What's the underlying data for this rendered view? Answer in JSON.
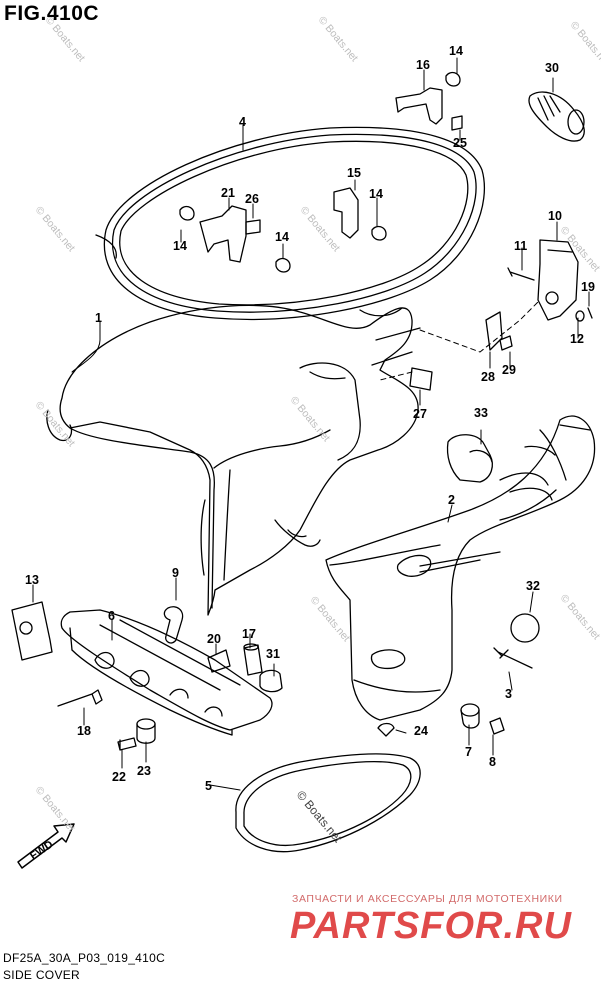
{
  "figure": {
    "title": "FIG.410C",
    "code": "DF25A_30A_P03_019_410C",
    "caption": "SIDE COVER"
  },
  "watermarks": {
    "site": "© Boats.net",
    "shop_tagline": "ЗАПЧАСТИ И АКСЕССУАРЫ ДЛЯ МОТОТЕХНИКИ",
    "shop_logo": "PARTSFOR.RU"
  },
  "direction_marker": "FWD",
  "callouts": [
    {
      "id": "c1",
      "label": "1"
    },
    {
      "id": "c2",
      "label": "2"
    },
    {
      "id": "c3",
      "label": "3"
    },
    {
      "id": "c4",
      "label": "4"
    },
    {
      "id": "c5",
      "label": "5"
    },
    {
      "id": "c6",
      "label": "6"
    },
    {
      "id": "c7",
      "label": "7"
    },
    {
      "id": "c8",
      "label": "8"
    },
    {
      "id": "c9",
      "label": "9"
    },
    {
      "id": "c10",
      "label": "10"
    },
    {
      "id": "c11",
      "label": "11"
    },
    {
      "id": "c12",
      "label": "12"
    },
    {
      "id": "c13",
      "label": "13"
    },
    {
      "id": "c14a",
      "label": "14"
    },
    {
      "id": "c14b",
      "label": "14"
    },
    {
      "id": "c14c",
      "label": "14"
    },
    {
      "id": "c14d",
      "label": "14"
    },
    {
      "id": "c15",
      "label": "15"
    },
    {
      "id": "c16",
      "label": "16"
    },
    {
      "id": "c17",
      "label": "17"
    },
    {
      "id": "c18",
      "label": "18"
    },
    {
      "id": "c19",
      "label": "19"
    },
    {
      "id": "c20",
      "label": "20"
    },
    {
      "id": "c21",
      "label": "21"
    },
    {
      "id": "c22",
      "label": "22"
    },
    {
      "id": "c23",
      "label": "23"
    },
    {
      "id": "c24",
      "label": "24"
    },
    {
      "id": "c25",
      "label": "25"
    },
    {
      "id": "c26",
      "label": "26"
    },
    {
      "id": "c27",
      "label": "27"
    },
    {
      "id": "c28",
      "label": "28"
    },
    {
      "id": "c29",
      "label": "29"
    },
    {
      "id": "c30",
      "label": "30"
    },
    {
      "id": "c31",
      "label": "31"
    },
    {
      "id": "c32",
      "label": "32"
    },
    {
      "id": "c33",
      "label": "33"
    }
  ]
}
